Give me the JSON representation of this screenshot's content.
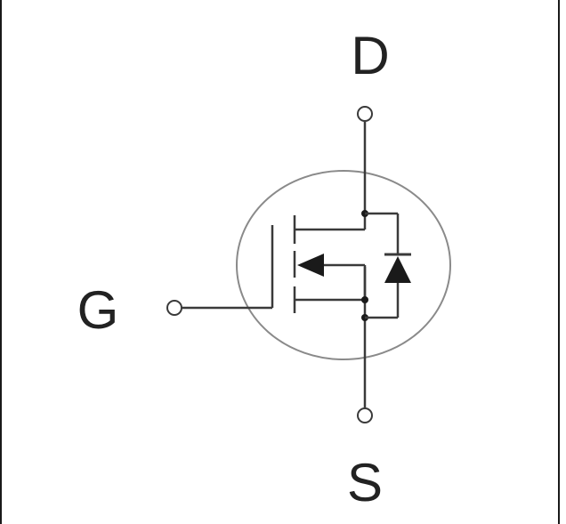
{
  "terminals": {
    "drain": "D",
    "gate": "G",
    "source": "S"
  },
  "colors": {
    "stroke": "#3a3a3a",
    "body_outline": "#8a8a8a",
    "fill": "#1a1a1a",
    "background": "#ffffff"
  }
}
